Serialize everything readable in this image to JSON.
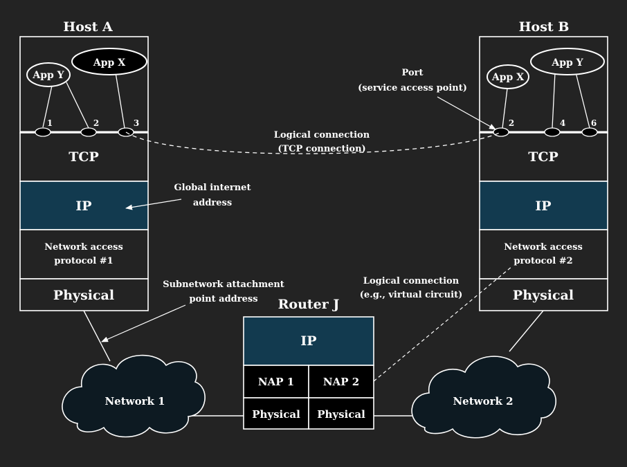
{
  "host_a": {
    "title": "Host A",
    "app_y": "App Y",
    "app_x": "App X",
    "ports": [
      "1",
      "2",
      "3"
    ],
    "tcp": "TCP",
    "ip": "IP",
    "nap_line1": "Network access",
    "nap_line2": "protocol #1",
    "physical": "Physical"
  },
  "host_b": {
    "title": "Host B",
    "app_x": "App X",
    "app_y": "App Y",
    "ports": [
      "2",
      "4",
      "6"
    ],
    "tcp": "TCP",
    "ip": "IP",
    "nap_line1": "Network access",
    "nap_line2": "protocol #2",
    "physical": "Physical"
  },
  "router": {
    "title": "Router J",
    "ip": "IP",
    "nap1": "NAP 1",
    "nap2": "NAP 2",
    "physical_left": "Physical",
    "physical_right": "Physical"
  },
  "networks": {
    "network1": "Network 1",
    "network2": "Network 2"
  },
  "annotations": {
    "port_line1": "Port",
    "port_line2": "(service access point)",
    "tcp_conn_line1": "Logical connection",
    "tcp_conn_line2": "(TCP connection)",
    "global_line1": "Global internet",
    "global_line2": "address",
    "subnet_line1": "Subnetwork attachment",
    "subnet_line2": "point address",
    "vc_line1": "Logical connection",
    "vc_line2": "(e.g., virtual circuit)"
  },
  "colors": {
    "background": "#232323",
    "ip_layer": "#123a4f",
    "router_lower": "#000000",
    "cloud": "#0d1a22",
    "line": "#ffffff"
  }
}
